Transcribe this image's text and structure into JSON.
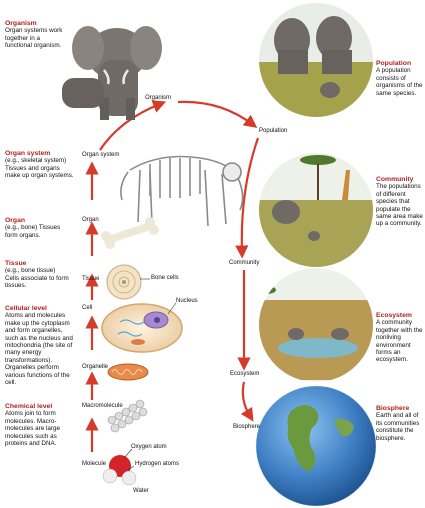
{
  "left_descriptions": [
    {
      "title": "Organism",
      "body": "Organ systems work together in a functional organism."
    },
    {
      "title": "Organ system",
      "body": "(e.g., skeletal system) Tissues and organs make up organ systems."
    },
    {
      "title": "Organ",
      "body": "(e.g., bone) Tissues form organs."
    },
    {
      "title": "Tissue",
      "body": "(e.g., bone tissue) Cells associate to form tissues."
    },
    {
      "title": "Cellular level",
      "body": "Atoms and molecules make up the cytoplasm and form organelles, such as the nucleus and mitochondria (the site of many energy transformations). Organelles perform various functions of the cell."
    },
    {
      "title": "Chemical level",
      "body": "Atoms join to form molecules. Macro-molecules are large molecules such as proteins and DNA."
    }
  ],
  "right_descriptions": [
    {
      "title": "Population",
      "body": "A population consists of organisms of the same species."
    },
    {
      "title": "Community",
      "body": "The populations of different species that populate the same area make up a community."
    },
    {
      "title": "Ecosystem",
      "body": "A community together with the nonliving environment forms an ecosystem."
    },
    {
      "title": "Biosphere",
      "body": "Earth and all of its communities constitute the biosphere."
    }
  ],
  "level_labels": {
    "organism": "Organism",
    "organ_system": "Organ system",
    "organ": "Organ",
    "tissue": "Tissue",
    "cell": "Cell",
    "organelle": "Organelle",
    "macromolecule": "Macromolecule",
    "molecule": "Molecule",
    "population": "Population",
    "community": "Community",
    "ecosystem": "Ecosystem",
    "biosphere": "Biosphere"
  },
  "callouts": {
    "bone_cells": "Bone cells",
    "nucleus": "Nucleus",
    "oxygen_atom": "Oxygen atom",
    "hydrogen_atoms": "Hydrogen atoms",
    "water": "Water"
  },
  "colors": {
    "arrow": "#d63a2a",
    "heading": "#b11e1e",
    "elephant": "#6f6a66",
    "grass": "#a5a24c",
    "earth_ocean": "#3f7fc4"
  }
}
